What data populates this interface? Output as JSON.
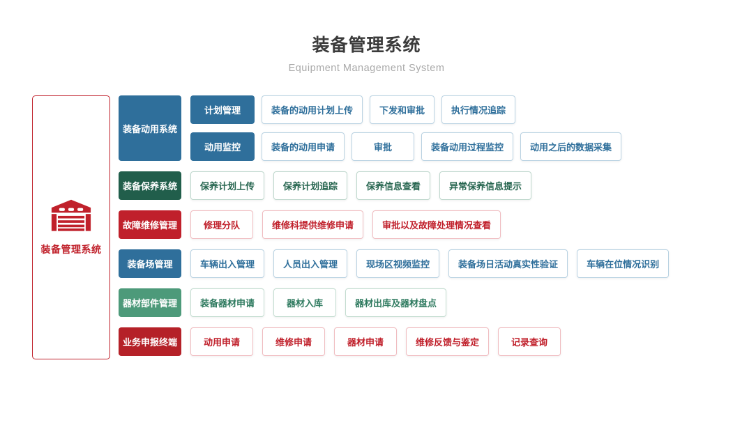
{
  "header": {
    "title": "装备管理系统",
    "subtitle": "Equipment Management System"
  },
  "root": {
    "label": "装备管理系统",
    "icon": "garage-icon",
    "accent_color": "#c0212b"
  },
  "palette": {
    "blue": {
      "solid": "#2f6f9b",
      "text": "#2f6f9b",
      "border": "#b9d2e2"
    },
    "greenDark": {
      "solid": "#215e4b",
      "text": "#26654f",
      "border": "#bdd7cc"
    },
    "red": {
      "solid": "#c0202b",
      "text": "#c0202b",
      "border": "#f0bcc0"
    },
    "green": {
      "solid": "#4d9a7a",
      "text": "#2e7a5f",
      "border": "#c4ddd1"
    },
    "redDark": {
      "solid": "#b52128",
      "text": "#c0202b",
      "border": "#f0bcc0"
    }
  },
  "rows": [
    {
      "category": "装备动用系统",
      "color": "blue",
      "branches": [
        {
          "label": "计划管理",
          "items": [
            "装备的动用计划上传",
            "下发和审批",
            "执行情况追踪"
          ]
        },
        {
          "label": "动用监控",
          "items": [
            "装备的动用申请",
            "审批",
            "装备动用过程监控",
            "动用之后的数据采集"
          ]
        }
      ]
    },
    {
      "category": "装备保养系统",
      "color": "greenDark",
      "items": [
        "保养计划上传",
        "保养计划追踪",
        "保养信息查看",
        "异常保养信息提示"
      ]
    },
    {
      "category": "故障维修管理",
      "color": "red",
      "items": [
        "修理分队",
        "维修科提供维修申请",
        "审批以及故障处理情况查看"
      ]
    },
    {
      "category": "装备场管理",
      "color": "blue",
      "items": [
        "车辆出入管理",
        "人员出入管理",
        "现场区视频监控",
        "装备场日活动真实性验证",
        "车辆在位情况识别"
      ]
    },
    {
      "category": "器材部件管理",
      "color": "green",
      "items": [
        "装备器材申请",
        "器材入库",
        "器材出库及器材盘点"
      ]
    },
    {
      "category": "业务申报终端",
      "color": "redDark",
      "items": [
        "动用申请",
        "维修申请",
        "器材申请",
        "维修反馈与鉴定",
        "记录查询"
      ]
    }
  ]
}
